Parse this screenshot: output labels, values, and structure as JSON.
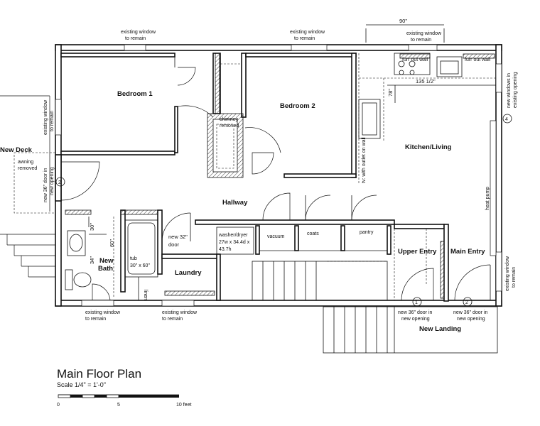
{
  "title": "Main Floor Plan",
  "scale": "Scale 1/4\" = 1'-0\"",
  "scale_bar": {
    "ticks": [
      "0",
      "5",
      "10 feet"
    ]
  },
  "rooms": {
    "bedroom1": "Bedroom 1",
    "bedroom2": "Bedroom 2",
    "kitchen": "Kitchen/Living",
    "hallway": "Hallway",
    "new_bath": [
      "New",
      "Bath"
    ],
    "laundry": "Laundry",
    "upper_entry": "Upper Entry",
    "main_entry": "Main Entry",
    "new_landing": "New Landing",
    "new_deck": "New Deck",
    "vacuum": "vacuum",
    "coats": "coats",
    "pantry": "pantry",
    "linen": "linen"
  },
  "notes": {
    "window_top_left": [
      "existing window",
      "to remain"
    ],
    "window_top_mid": [
      "existing window",
      "to remain"
    ],
    "window_top_right": [
      "existing window",
      "to remain"
    ],
    "window_bottom_left": [
      "existing window",
      "to remain"
    ],
    "window_bottom_mid": [
      "existing window",
      "to remain"
    ],
    "window_left": [
      "existing window",
      "to remain"
    ],
    "window_right_bottom": [
      "existing window",
      "to remain"
    ],
    "window_right_top": [
      "new windows in",
      "existing opening"
    ],
    "awning": [
      "awning",
      "removed"
    ],
    "left_door": [
      "new 36\" door in",
      "new opening"
    ],
    "chimney": [
      "chimney",
      "removed"
    ],
    "fur_out_1": "furr out wall",
    "fur_out_2": "furr out wall",
    "tv_wall": "tv: with outlet on wall",
    "heat_pump": "heat pump",
    "new_door_32": [
      "new 32\"",
      "door"
    ],
    "washer_dryer": [
      "washer/dryer",
      "27w x 34.4d x",
      "43.7h"
    ],
    "tub": [
      "tub",
      "30\" x 60\""
    ],
    "door1": [
      "new 36\" door in",
      "new opening"
    ],
    "door2": [
      "new 36\" door in",
      "new opening"
    ]
  },
  "dimensions": {
    "top": "90\"",
    "kitchen_width": "135 1/2\"",
    "kitchen_depth": "78\"",
    "bath_30": "30\"",
    "bath_34": "34\"",
    "bath_60": "60\""
  },
  "markers": [
    "1",
    "2",
    "2",
    "4"
  ]
}
